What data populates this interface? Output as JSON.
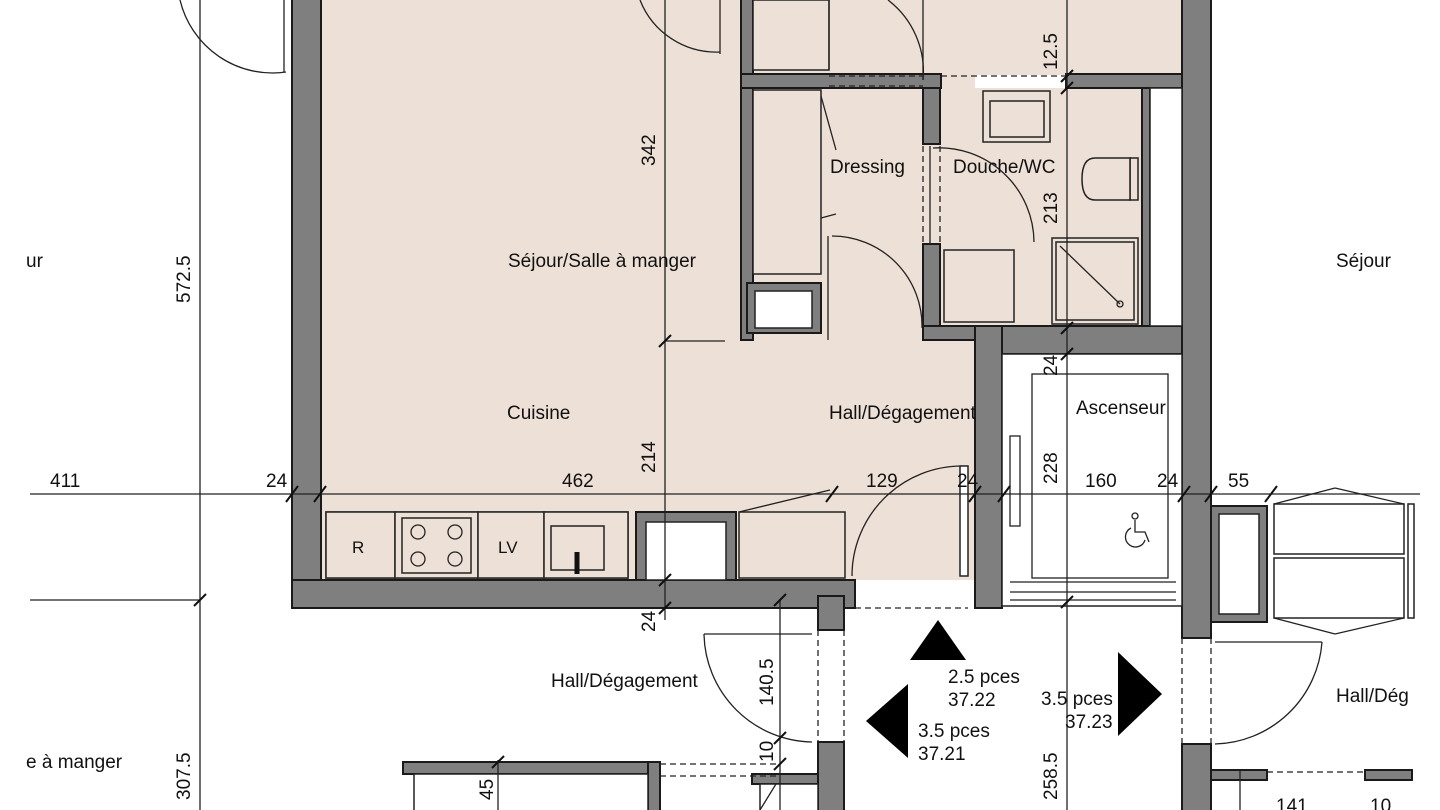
{
  "rooms": {
    "sejour_salle": "Séjour/Salle à manger",
    "cuisine": "Cuisine",
    "hall_main": "Hall/Dégagement",
    "dressing": "Dressing",
    "douche_wc": "Douche/WC",
    "ascenseur": "Ascenseur",
    "hall_lower": "Hall/Dégagement",
    "sejour_left": "ur",
    "sejour_right": "Séjour",
    "salle_left": "e à manger",
    "hall_right": "Hall/Dég"
  },
  "appliances": {
    "fridge": "R",
    "dishwasher": "LV"
  },
  "units": [
    {
      "rooms": "2.5 pces",
      "code": "37.22"
    },
    {
      "rooms": "3.5 pces",
      "code": "37.21"
    },
    {
      "rooms": "3.5 pces",
      "code": "37.23"
    }
  ],
  "dimensions": {
    "h_411": "411",
    "h_24_a": "24",
    "h_462": "462",
    "h_129": "129",
    "h_24_b": "24",
    "h_160": "160",
    "h_24_c": "24",
    "h_55": "55",
    "v_572_5": "572.5",
    "v_342": "342",
    "v_214": "214",
    "v_24_a": "24",
    "v_12_5": "12.5",
    "v_213": "213",
    "v_24_b": "24",
    "v_228": "228",
    "v_140_5": "140.5",
    "v_10": "10",
    "v_45": "45",
    "v_307_5": "307.5",
    "v_258_5": "258.5",
    "b_141": "141",
    "b_10": "10"
  }
}
